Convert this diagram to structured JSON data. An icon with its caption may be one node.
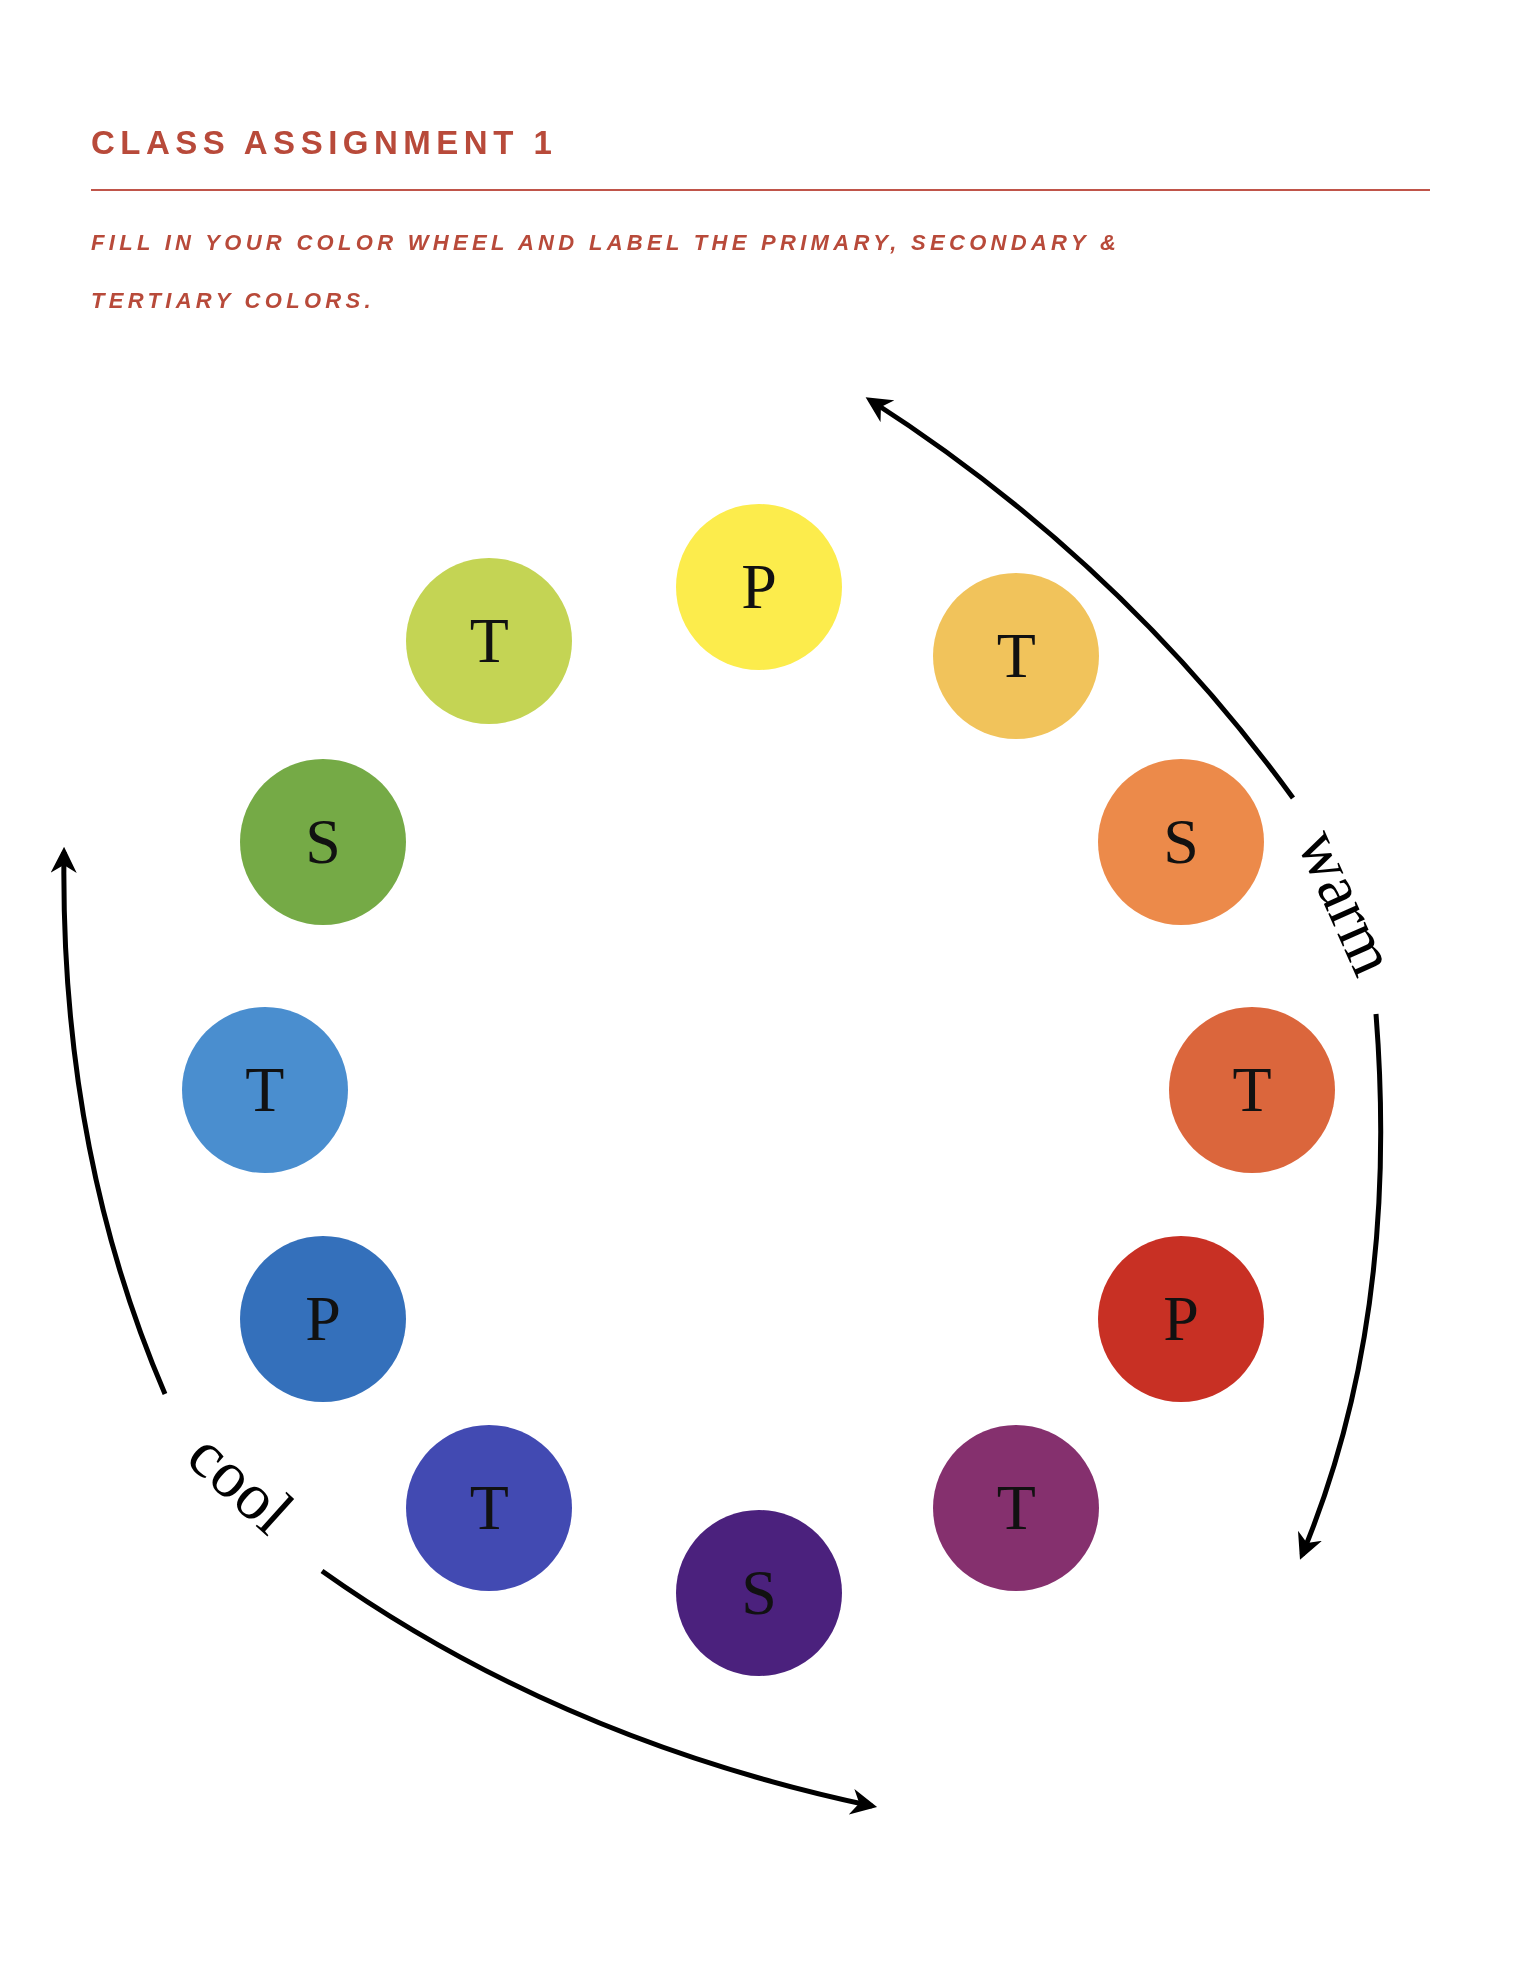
{
  "diagram": {
    "title": "CLASS ASSIGNMENT 1",
    "nodes": [
      {
        "text": [
          "P"
        ]
      },
      {
        "text": [
          "T"
        ]
      },
      {
        "text": [
          "S"
        ]
      },
      {
        "text": [
          "T"
        ]
      },
      {
        "text": [
          "P"
        ]
      },
      {
        "text": [
          "T"
        ]
      },
      {
        "text": [
          "S"
        ]
      },
      {
        "text": [
          "T"
        ]
      },
      {
        "text": [
          "P"
        ]
      },
      {
        "text": [
          "T"
        ]
      },
      {
        "text": [
          "S"
        ]
      },
      {
        "text": [
          "T"
        ]
      }
    ],
    "labels": [
      "FILL IN YOUR COLOR WHEEL AND LABEL THE PRIMARY, SECONDARY & TERTIARY COLORS.",
      "warm",
      "cool"
    ]
  }
}
